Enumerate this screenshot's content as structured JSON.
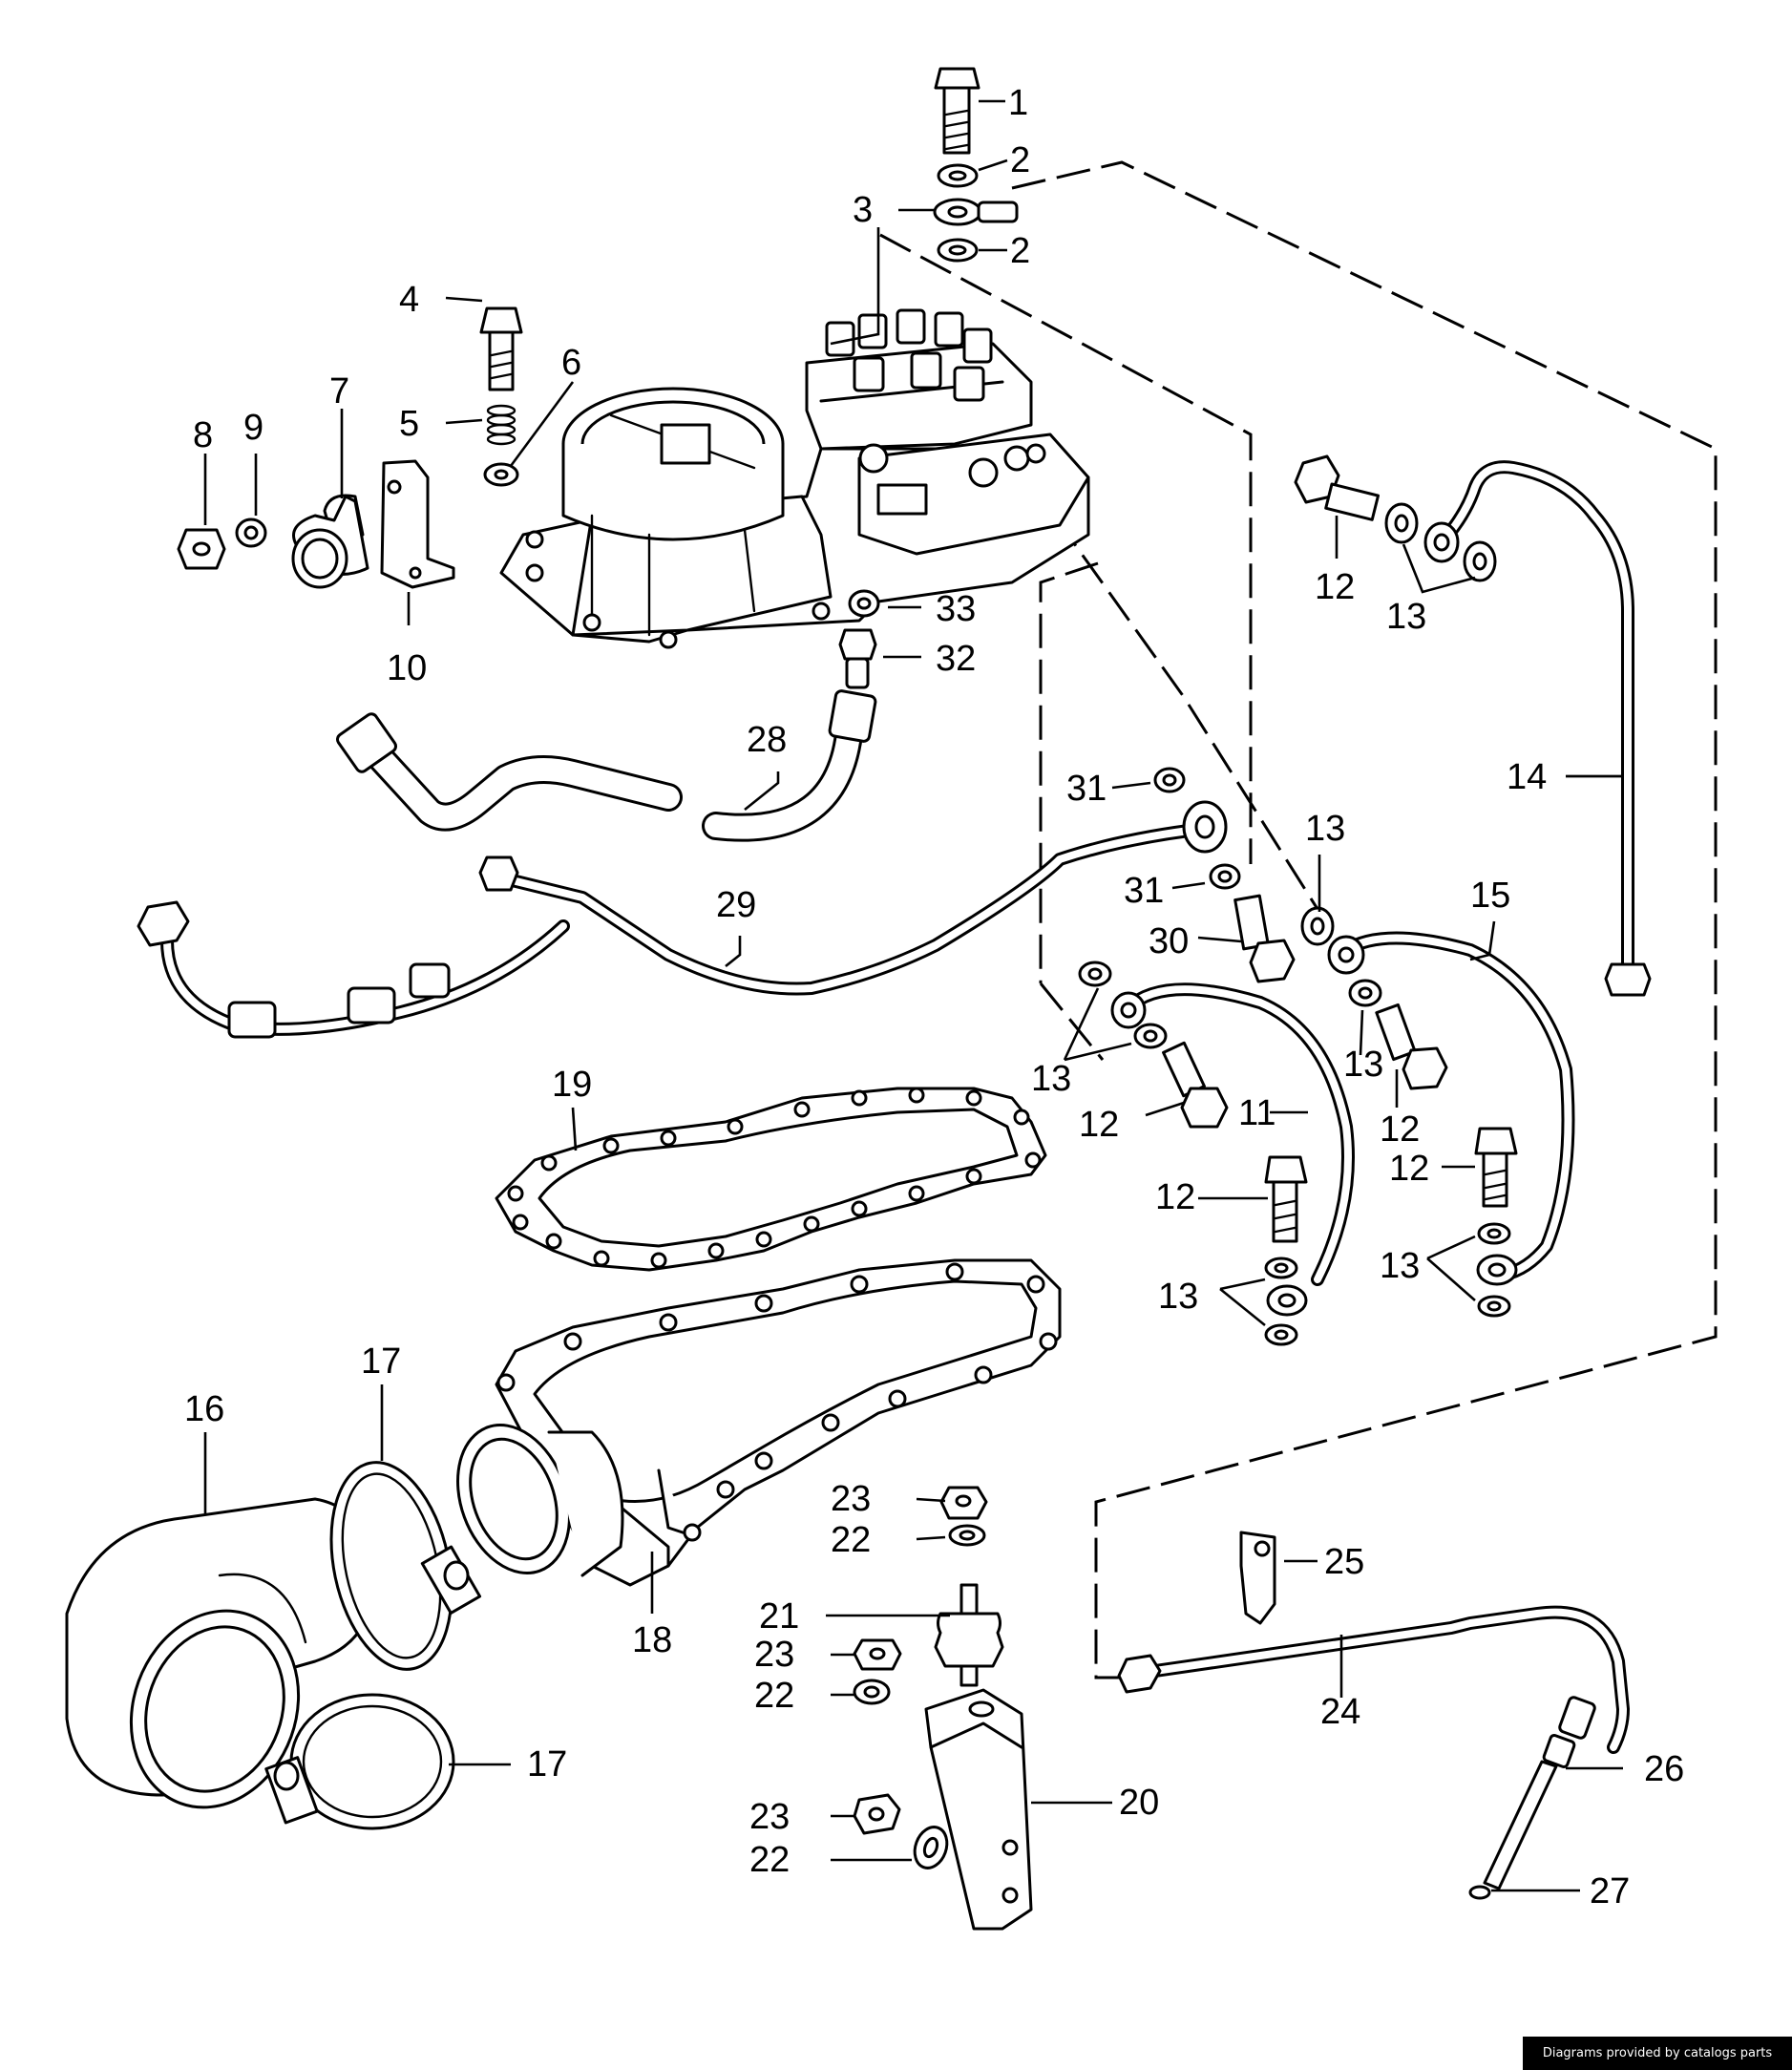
{
  "labels": [
    "1",
    "2",
    "3",
    "4",
    "5",
    "6",
    "7",
    "8",
    "9",
    "10",
    "11",
    "12",
    "13",
    "14",
    "15",
    "16",
    "17",
    "18",
    "19",
    "20",
    "21",
    "22",
    "23",
    "24",
    "25",
    "26",
    "27",
    "28",
    "29",
    "30",
    "31",
    "32",
    "33"
  ],
  "credit": "Diagrams provided by catalogs parts"
}
